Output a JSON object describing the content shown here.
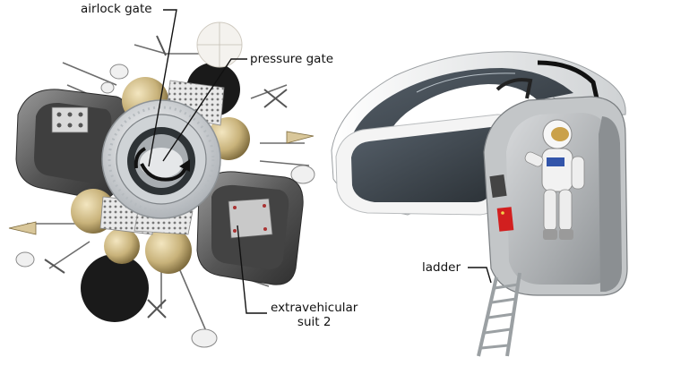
{
  "labels": {
    "airlock_gate": "airlock gate",
    "pressure_gate": "pressure gate",
    "extravehicular_line1": "extravehicular",
    "extravehicular_line2": "suit 2",
    "ladder": "ladder"
  },
  "colors": {
    "module_shell": "#5a5a5a",
    "gold_tank": "#c8b27a",
    "hatch_ring": "#d9dcdf",
    "black_panel": "#1a1a1a",
    "cabin_white": "#f2f2f2",
    "window_dark": "#3c4448",
    "flag_red": "#d21f1f"
  }
}
